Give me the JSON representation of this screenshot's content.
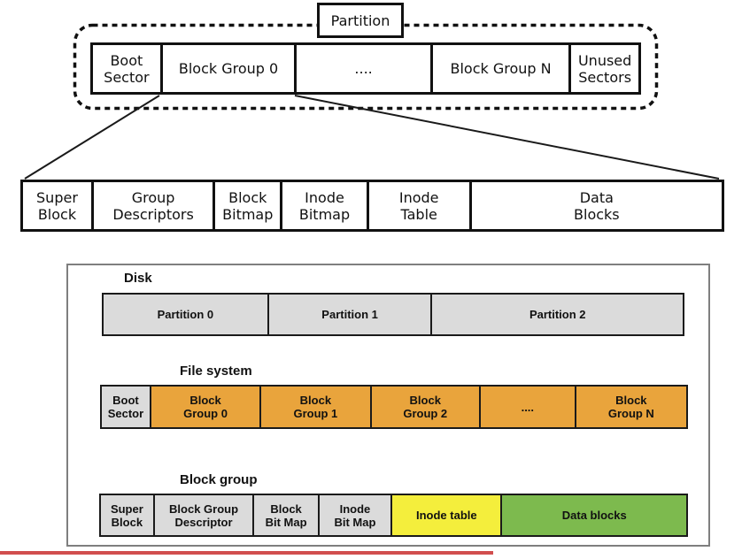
{
  "top": {
    "partition_box": "Partition",
    "row1": [
      {
        "line1": "Boot",
        "line2": "Sector"
      },
      {
        "line1": "Block Group 0"
      },
      {
        "line1": "...."
      },
      {
        "line1": "Block Group N"
      },
      {
        "line1": "Unused",
        "line2": "Sectors"
      }
    ],
    "row2": [
      {
        "line1": "Super",
        "line2": "Block"
      },
      {
        "line1": "Group",
        "line2": "Descriptors"
      },
      {
        "line1": "Block",
        "line2": "Bitmap"
      },
      {
        "line1": "Inode",
        "line2": "Bitmap"
      },
      {
        "line1": "Inode",
        "line2": "Table"
      },
      {
        "line1": "Data",
        "line2": "Blocks"
      }
    ]
  },
  "bottom": {
    "disk_label": "Disk",
    "partitions": [
      {
        "label": "Partition 0"
      },
      {
        "label": "Partition 1"
      },
      {
        "label": "Partition 2"
      }
    ],
    "filesystem_label": "File system",
    "filesystem_row": [
      {
        "line1": "Boot",
        "line2": "Sector"
      },
      {
        "line1": "Block",
        "line2": "Group 0"
      },
      {
        "line1": "Block",
        "line2": "Group 1"
      },
      {
        "line1": "Block",
        "line2": "Group 2"
      },
      {
        "line1": "...."
      },
      {
        "line1": "Block",
        "line2": "Group N"
      }
    ],
    "blockgroup_label": "Block group",
    "blockgroup_row": [
      {
        "line1": "Super",
        "line2": "Block"
      },
      {
        "line1": "Block Group",
        "line2": "Descriptor"
      },
      {
        "line1": "Block",
        "line2": "Bit Map"
      },
      {
        "line1": "Inode",
        "line2": "Bit Map"
      },
      {
        "line1": "Inode table"
      },
      {
        "line1": "Data blocks"
      }
    ]
  },
  "colors": {
    "orange": "#E9A43C",
    "yellow": "#F4EE3C",
    "green": "#7DBA4E",
    "gray": "#DBDBDB",
    "red_bar": "#D14E4E"
  }
}
